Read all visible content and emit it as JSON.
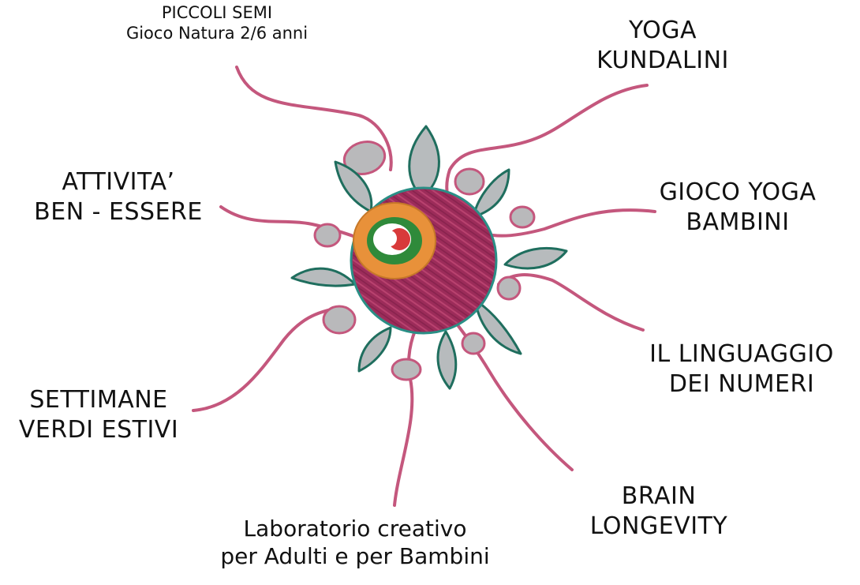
{
  "branches": {
    "piccoli_semi": {
      "line1": "PICCOLI SEMI",
      "line2": "Gioco Natura 2/6 anni"
    },
    "yoga_kundalini": {
      "line1": "YOGA",
      "line2": "KUNDALINI"
    },
    "attivita_benessere": {
      "line1": "ATTIVITA’",
      "line2": "BEN - ESSERE"
    },
    "gioco_yoga": {
      "line1": "GIOCO YOGA",
      "line2": "BAMBINI"
    },
    "linguaggio_numeri": {
      "line1": "IL LINGUAGGIO",
      "line2": "DEI NUMERI"
    },
    "settimane_verdi": {
      "line1": "SETTIMANE",
      "line2": "VERDI ESTIVI"
    },
    "brain_longevity": {
      "line1": "BRAIN",
      "line2": "LONGEVITY"
    },
    "laboratorio": {
      "line1": "Laboratorio creativo",
      "line2": "per Adulti e per Bambini"
    }
  },
  "colors": {
    "tendril": "#c4577d",
    "tendril_dark": "#a8375f",
    "bud": "#b9b9bb",
    "leaf": "#b7bbbd",
    "leaf_stroke": "#1f6e5e",
    "core": "#9c2c5a",
    "core_stroke": "#2a8f86",
    "ring_orange": "#e8913a",
    "ring_green": "#2f8a3a",
    "ring_red": "#d83a3a"
  }
}
